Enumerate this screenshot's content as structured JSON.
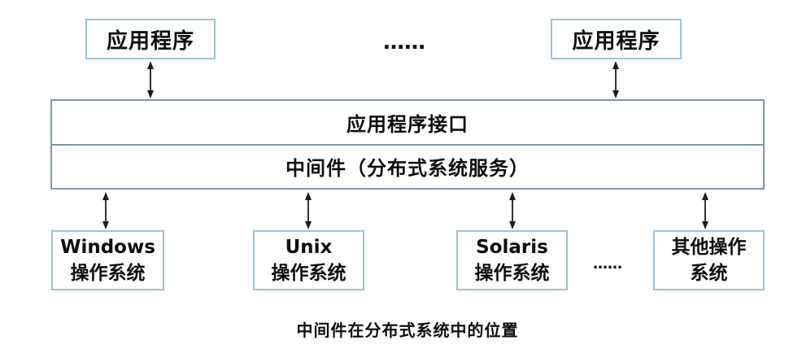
{
  "diagram": {
    "caption": "中间件在分布式系统中的位置",
    "top_ellipsis": "……",
    "bottom_ellipsis": "……",
    "app_boxes": [
      {
        "label": "应用程序"
      },
      {
        "label": "应用程序"
      }
    ],
    "layers": {
      "api_label": "应用程序接口",
      "middleware_label": "中间件（分布式系统服务）"
    },
    "os_boxes": [
      {
        "line1": "Windows",
        "line2": "操作系统"
      },
      {
        "line1": "Unix",
        "line2": "操作系统"
      },
      {
        "line1": "Solaris",
        "line2": "操作系统"
      },
      {
        "line1": "其他操作",
        "line2": "系统"
      }
    ],
    "colors": {
      "box_border": "#a2c0d0",
      "bar_border": "#7e96a4",
      "arrow": "#1c1c1c",
      "text": "#0d0d0d",
      "background": "#ffffff"
    }
  }
}
